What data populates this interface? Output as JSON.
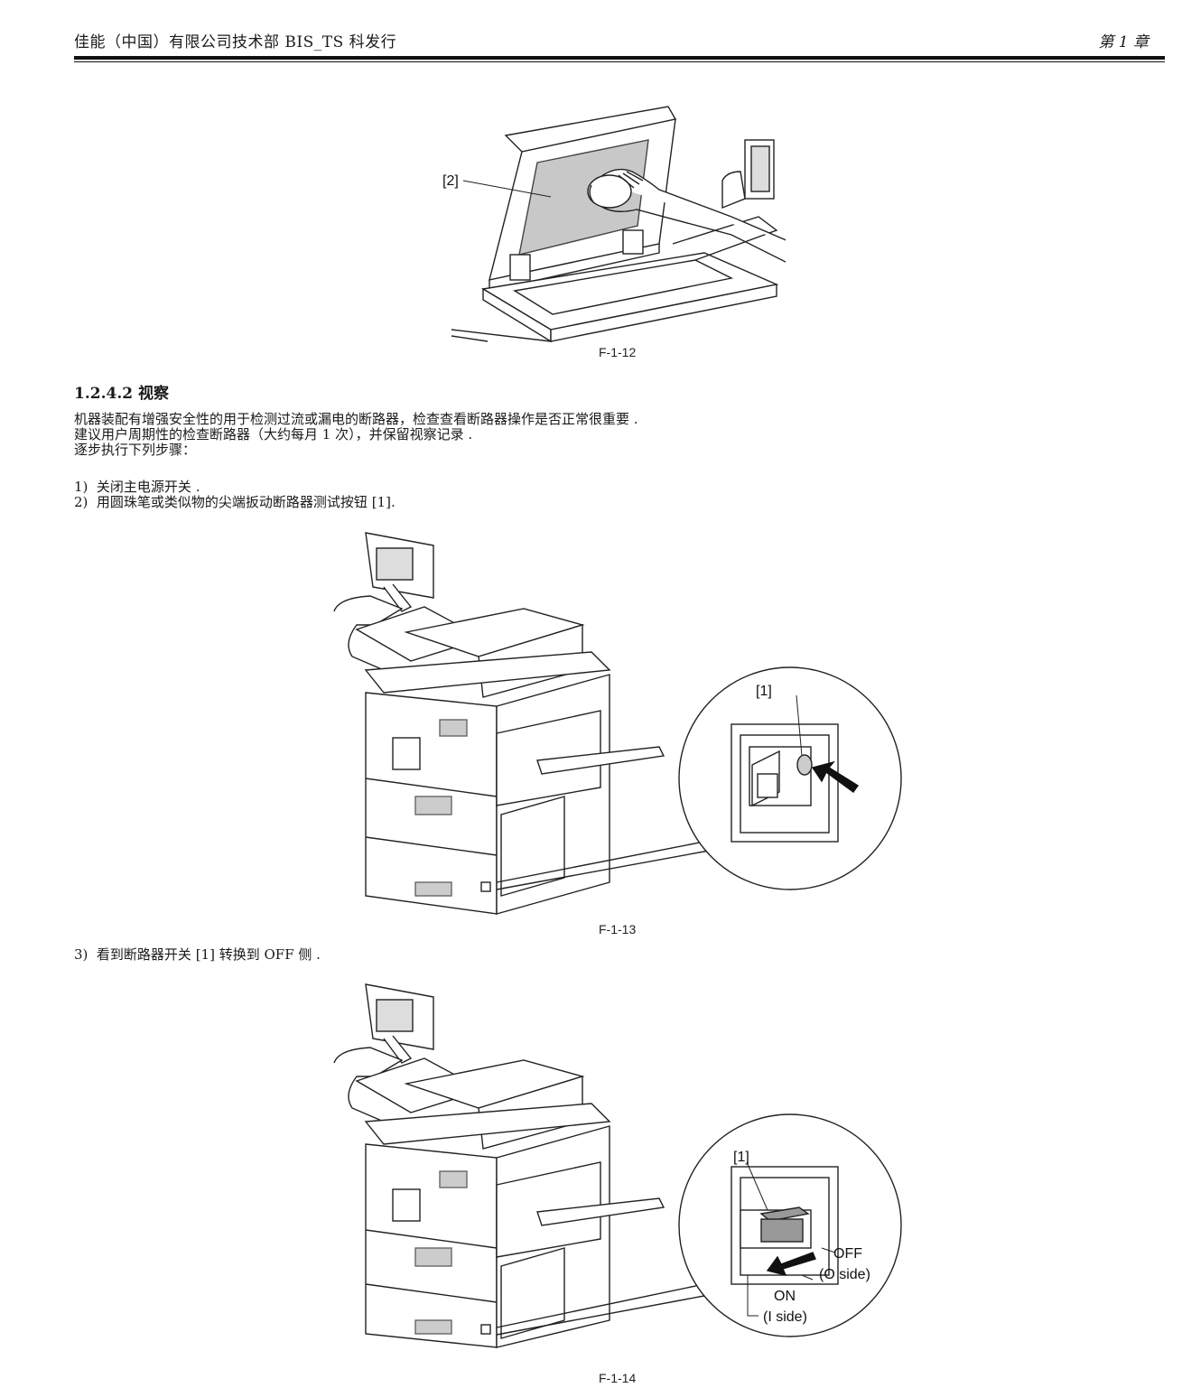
{
  "header": {
    "left": "佳能（中国）有限公司技术部 BIS_TS 科发行",
    "right": "第 1 章"
  },
  "figures": {
    "fig12": {
      "caption": "F-1-12",
      "label": "[2]"
    },
    "fig13": {
      "caption": "F-1-13",
      "label": "[1]"
    },
    "fig14": {
      "caption": "F-1-14",
      "label": "[1]",
      "off_label": "OFF",
      "off_side": "(O side)",
      "on_label": "ON",
      "on_side": "(I side)"
    }
  },
  "section": {
    "title": "1.2.4.2 视察",
    "intro": [
      "机器装配有增强安全性的用于检测过流或漏电的断路器，检查查看断路器操作是否正常很重要 .",
      "建议用户周期性的检查断路器（大约每月 1 次），并保留视察记录 .",
      "逐步执行下列步骤："
    ],
    "steps": [
      "1)  关闭主电源开关 .",
      "2)  用圆珠笔或类似物的尖端扳动断路器测试按钮 [1]."
    ],
    "step3": "3)  看到断路器开关 [1] 转换到 OFF 侧 ."
  }
}
